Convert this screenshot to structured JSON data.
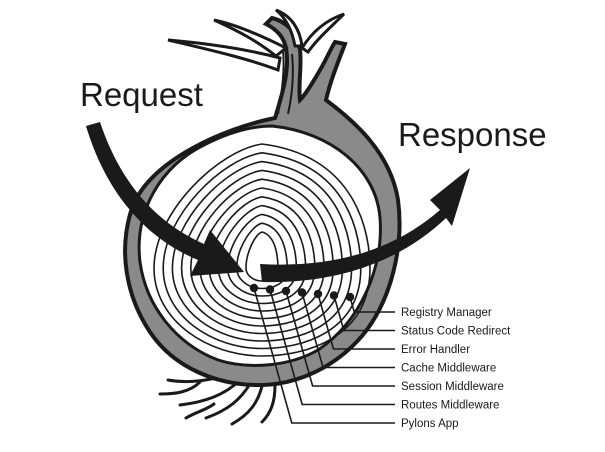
{
  "diagram": {
    "request_label": "Request",
    "response_label": "Response",
    "layers": [
      "Registry Manager",
      "Status Code Redirect",
      "Error Handler",
      "Cache Middleware",
      "Session Middleware",
      "Routes Middleware",
      "Pylons App"
    ]
  },
  "colors": {
    "ink": "#1a1a1a",
    "skin": "#8a8a8a",
    "flesh": "#ffffff",
    "background": "#ffffff"
  }
}
